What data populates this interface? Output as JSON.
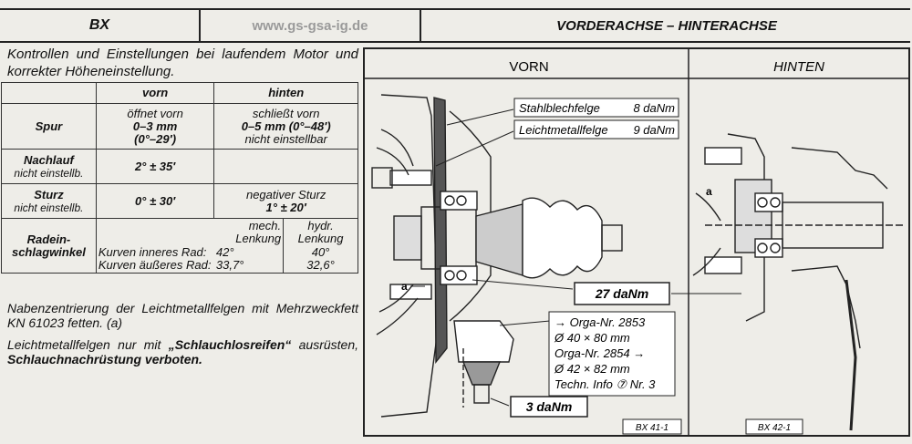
{
  "header": {
    "left": "BX",
    "url": "www.gs-gsa-ig.de",
    "title": "VORDERACHSE – HINTERACHSE"
  },
  "intro": "Kontrollen und Einstellungen bei laufendem Motor und korrekter Höheneinstellung.",
  "table": {
    "col_vorn": "vorn",
    "col_hinten": "hinten",
    "spur": {
      "label": "Spur",
      "vorn_l1": "öffnet vorn",
      "vorn_l2": "0–3 mm",
      "vorn_l3": "(0°–29′)",
      "hinten_l1": "schließt vorn",
      "hinten_l2": "0–5 mm (0°–48′)",
      "hinten_l3": "nicht einstellbar"
    },
    "nachlauf": {
      "label": "Nachlauf",
      "sub": "nicht einstellb.",
      "vorn": "2° ± 35′"
    },
    "sturz": {
      "label": "Sturz",
      "sub": "nicht einstellb.",
      "vorn": "0° ± 30′",
      "hinten_l1": "negativer Sturz",
      "hinten_l2": "1° ± 20′"
    },
    "rad": {
      "label_l1": "Radein-",
      "label_l2": "schlagwinkel",
      "mech_l1": "mech.",
      "mech_l2": "Lenkung",
      "hydr_l1": "hydr.",
      "hydr_l2": "Lenkung",
      "row1_label": "Kurven inneres Rad:",
      "row1_mech": "42°",
      "row1_hydr": "40°",
      "row2_label": "Kurven äußeres Rad:",
      "row2_mech": "33,7°",
      "row2_hydr": "32,6°"
    }
  },
  "notes": {
    "n1": "Nabenzentrierung der Leichtmetallfelgen mit Mehrzweckfett KN 61023 fetten. (a)",
    "n2a": "Leichtmetallfelgen nur mit",
    "n2b": "„Schlauchlosreifen“",
    "n2c": "ausrüsten,",
    "n2d": "Schlauchnachrüstung verboten."
  },
  "diagram": {
    "vorn": "VORN",
    "hinten": "HINTEN",
    "stahl_label": "Stahlblechfelge",
    "stahl_val": "8 daNm",
    "leicht_label": "Leichtmetallfelge",
    "leicht_val": "9 daNm",
    "torque_27": "27 daNm",
    "torque_3": "3 daNm",
    "orga1": "→ Orga-Nr. 2853",
    "orga1_dim": "Ø 40 × 80 mm",
    "orga2": "Orga-Nr. 2854 →",
    "orga2_dim": "Ø 42 × 82 mm",
    "techn": "Techn. Info ⑦ Nr. 3",
    "label_a": "a",
    "fig1": "BX 41-1",
    "fig2": "BX 42-1"
  }
}
